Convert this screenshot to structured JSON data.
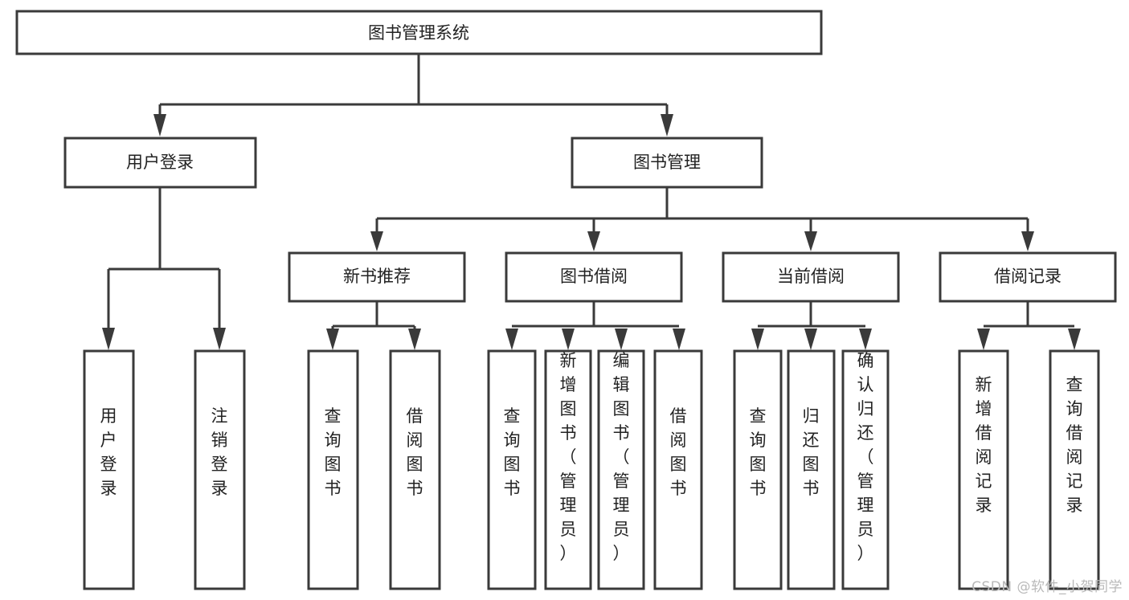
{
  "diagram": {
    "type": "tree",
    "title": "图书管理系统",
    "accent_color": "#3a3a3a",
    "background_color": "#ffffff",
    "nodes": {
      "root": {
        "label": "图书管理系统",
        "orientation": "horizontal"
      },
      "l2": [
        {
          "id": "user-login",
          "label": "用户登录",
          "orientation": "horizontal"
        },
        {
          "id": "book-manage",
          "label": "图书管理",
          "orientation": "horizontal"
        }
      ],
      "l3": [
        {
          "id": "new-book-recommend",
          "label": "新书推荐",
          "orientation": "horizontal",
          "parent": "book-manage"
        },
        {
          "id": "book-borrow",
          "label": "图书借阅",
          "orientation": "horizontal",
          "parent": "book-manage"
        },
        {
          "id": "current-borrow",
          "label": "当前借阅",
          "orientation": "horizontal",
          "parent": "book-manage"
        },
        {
          "id": "borrow-record",
          "label": "借阅记录",
          "orientation": "horizontal",
          "parent": "book-manage"
        }
      ],
      "leaves": [
        {
          "id": "leaf-user-login",
          "label": "用户登录",
          "orientation": "vertical",
          "parent": "user-login"
        },
        {
          "id": "leaf-user-logout",
          "label": "注销登录",
          "orientation": "vertical",
          "parent": "user-login"
        },
        {
          "id": "leaf-query-book-1",
          "label": "查询图书",
          "orientation": "vertical",
          "parent": "new-book-recommend"
        },
        {
          "id": "leaf-borrow-book-1",
          "label": "借阅图书",
          "orientation": "vertical",
          "parent": "new-book-recommend"
        },
        {
          "id": "leaf-query-book-2",
          "label": "查询图书",
          "orientation": "vertical",
          "parent": "book-borrow"
        },
        {
          "id": "leaf-add-book",
          "label": "新增图书（管理员）",
          "orientation": "vertical",
          "parent": "book-borrow"
        },
        {
          "id": "leaf-edit-book",
          "label": "编辑图书（管理员）",
          "orientation": "vertical",
          "parent": "book-borrow"
        },
        {
          "id": "leaf-borrow-book-2",
          "label": "借阅图书",
          "orientation": "vertical",
          "parent": "book-borrow"
        },
        {
          "id": "leaf-query-book-3",
          "label": "查询图书",
          "orientation": "vertical",
          "parent": "current-borrow"
        },
        {
          "id": "leaf-return-book",
          "label": "归还图书",
          "orientation": "vertical",
          "parent": "current-borrow"
        },
        {
          "id": "leaf-confirm-return",
          "label": "确认归还（管理员）",
          "orientation": "vertical",
          "parent": "current-borrow"
        },
        {
          "id": "leaf-add-record",
          "label": "新增借阅记录",
          "orientation": "vertical",
          "parent": "borrow-record"
        },
        {
          "id": "leaf-query-record",
          "label": "查询借阅记录",
          "orientation": "vertical",
          "parent": "borrow-record"
        }
      ]
    }
  },
  "watermark": {
    "text": "CSDN @软件_小贺同学"
  }
}
